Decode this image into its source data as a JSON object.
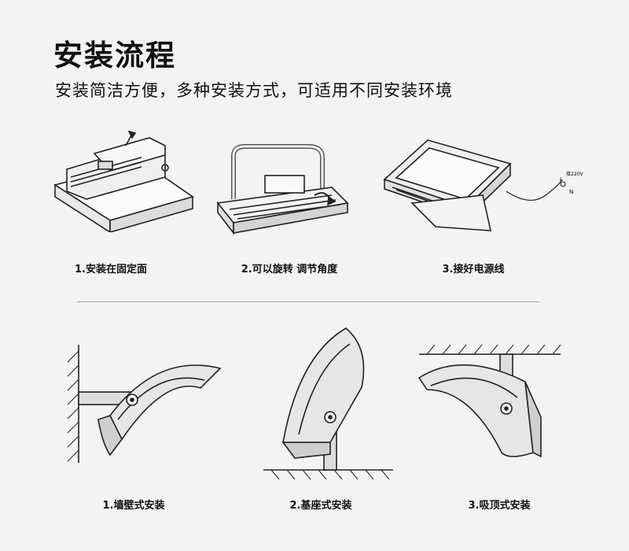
{
  "title": "安装流程",
  "subtitle": "安装简洁方便，多种安装方式，可适用不同安装环境",
  "steps": [
    {
      "label": "1.安装在固定面"
    },
    {
      "label": "2.可以旋转 调节角度"
    },
    {
      "label": "3.接好电源线"
    }
  ],
  "wiring": {
    "voltage": "接220V",
    "l": "L",
    "n": "N"
  },
  "mounting": [
    {
      "label": "1.墙壁式安装"
    },
    {
      "label": "2.基座式安装"
    },
    {
      "label": "3.吸顶式安装"
    }
  ]
}
